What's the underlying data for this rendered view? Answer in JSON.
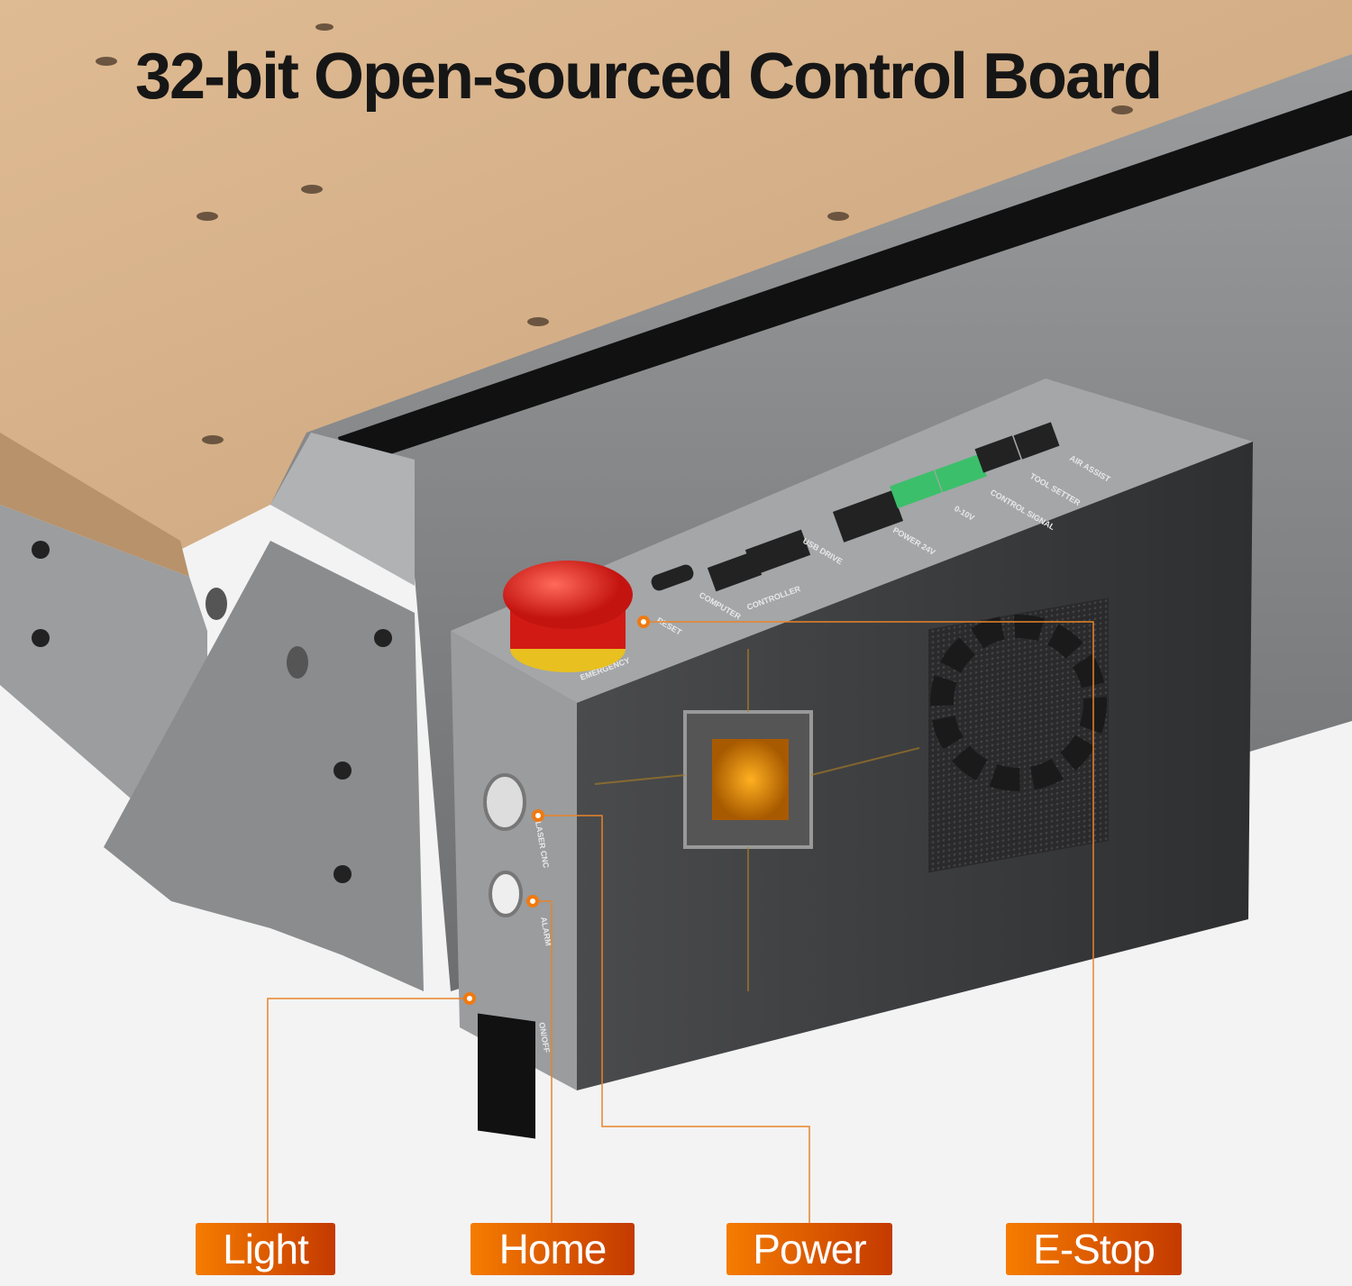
{
  "title": "32-bit Open-sourced Control Board",
  "callouts": [
    {
      "label": "Light"
    },
    {
      "label": "Home"
    },
    {
      "label": "Power"
    },
    {
      "label": "E-Stop"
    }
  ],
  "panel_labels": {
    "emergency": "EMERGENCY",
    "reset": "RESET",
    "computer": "COMPUTER",
    "controller": "CONTROLLER",
    "usb_drive": "USB DRIVE",
    "power_24v": "POWER 24V",
    "zero_ten_v": "0-10V",
    "control_signal": "CONTROL SIGNAL",
    "tool_setter": "TOOL SETTER",
    "air_assist": "AIR ASSIST",
    "laser_cnc": "LASER CNC",
    "alarm": "ALARM",
    "on_off": "ON/OFF"
  },
  "colors": {
    "accent": "#f07a10",
    "wood": "#d9b48c",
    "metal": "#8c8e90"
  }
}
